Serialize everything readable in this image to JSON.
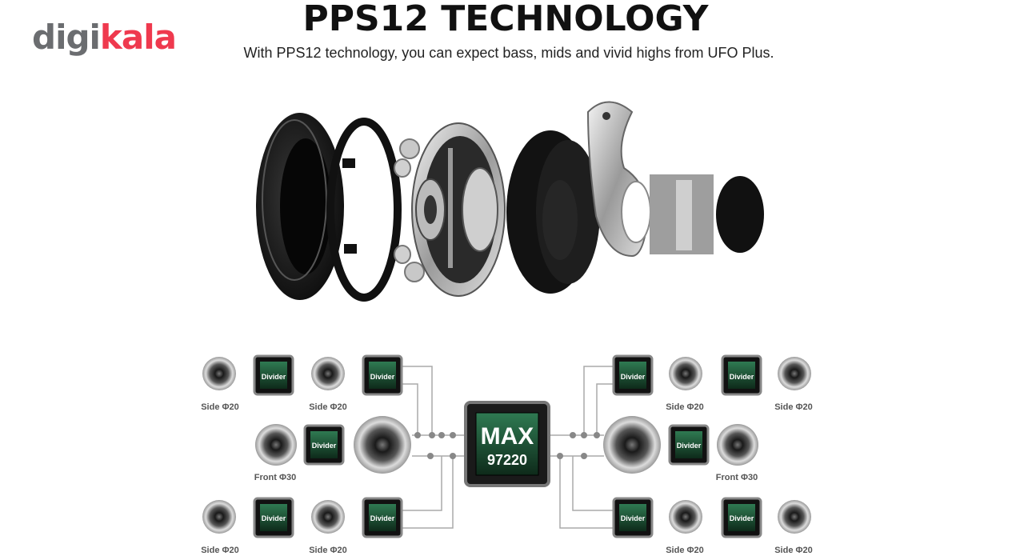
{
  "brand": {
    "logo_gray": "digi",
    "logo_red": "kala",
    "logo_colors": {
      "gray": "#6b6d70",
      "red": "#ef394e"
    }
  },
  "header": {
    "title": "PPS12 TECHNOLOGY",
    "subtitle": "With PPS12 technology, you can expect bass, mids and vivid highs from UFO Plus."
  },
  "diagram": {
    "chip": {
      "line1": "MAX",
      "line2": "97220"
    },
    "divider_label": "Divider",
    "driver_labels": {
      "side_top_left_1": "Side Φ20",
      "side_top_left_2": "Side Φ20",
      "front_left": "Front Φ30",
      "side_bottom_left_1": "Side Φ20",
      "side_bottom_left_2": "Side Φ20",
      "side_top_right_1": "Side Φ20",
      "side_top_right_2": "Side Φ20",
      "front_right": "Front Φ30",
      "side_bottom_right_1": "Side Φ20",
      "side_bottom_right_2": "Side Φ20"
    }
  }
}
